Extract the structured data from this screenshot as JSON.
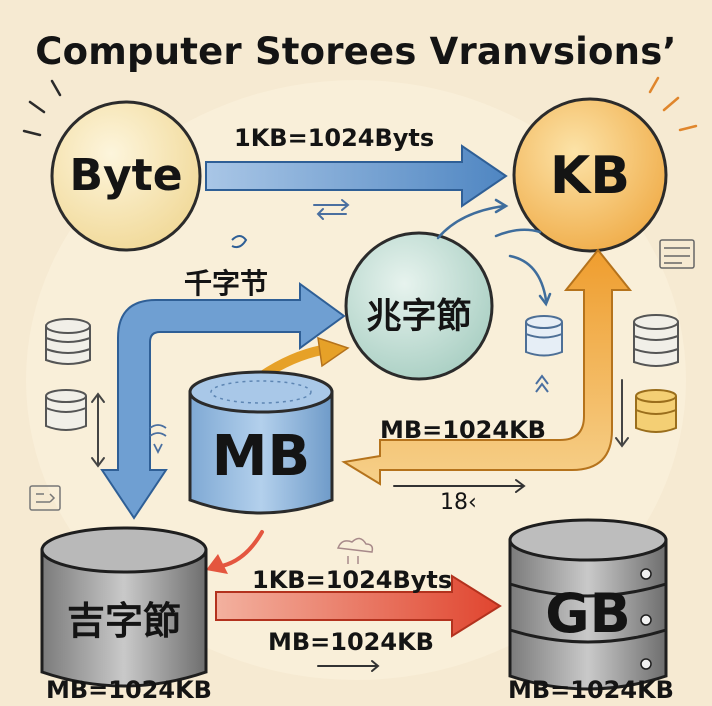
{
  "title": "Computer Storees Vranvsions’",
  "nodes": {
    "byte": "Byte",
    "kb": "KB",
    "middle": "兆字節",
    "mb": "MB",
    "bottom_left": "吉字節",
    "gb": "GB"
  },
  "labels": {
    "byte_to_kb": "1KB=1024Byts",
    "left_arrow": "千字节",
    "kb_to_mb": "MB=1024KB",
    "mb_right_note": "18‹",
    "bottom_arrow_top": "1KB=1024Byts",
    "bottom_arrow_under": "MB=1024KB",
    "caption_bottom_left": "MB=1024KB",
    "caption_bottom_right": "MB=1024KB"
  },
  "colors": {
    "background": "#f6ead2",
    "blue_arrow": "#5b8fc9",
    "orange_arrow": "#f0a63b",
    "red_arrow": "#e4563f",
    "byte_fill": "#f8e7b0",
    "kb_fill": "#f6c25c",
    "middle_fill": "#cfe5dc",
    "mb_fill": "#8fb6dd",
    "drum_gray": "#9a9a9a"
  }
}
